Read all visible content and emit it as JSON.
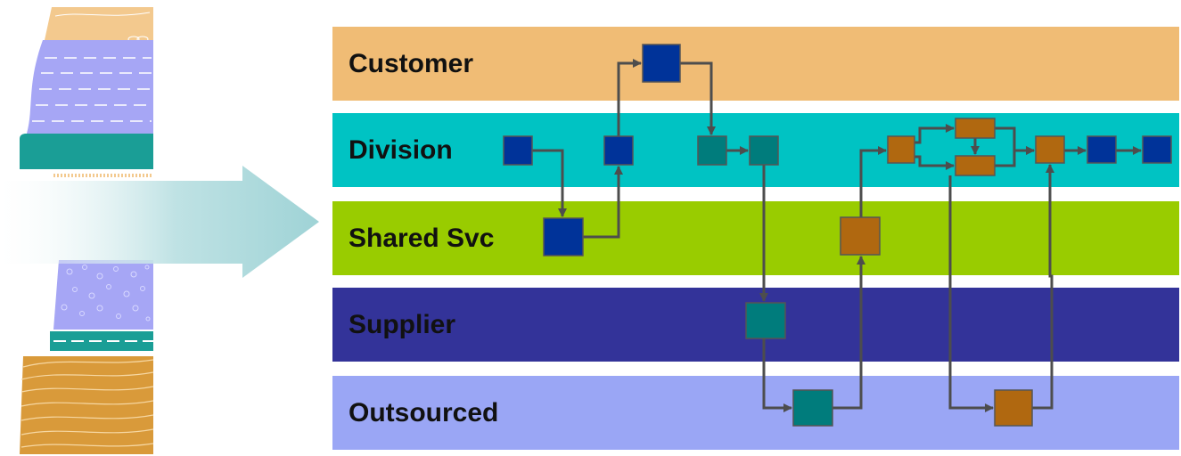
{
  "lanes": [
    {
      "label": "Customer",
      "color": "#f0bc75"
    },
    {
      "label": "Division",
      "color": "#00c3c3"
    },
    {
      "label": "Shared Svc",
      "color": "#99cc00"
    },
    {
      "label": "Supplier",
      "color": "#333399"
    },
    {
      "label": "Outsourced",
      "color": "#9aa6f5"
    }
  ],
  "colors": {
    "navy_box": "#003399",
    "teal_box": "#007c7c",
    "brown_box": "#b06810",
    "connector": "#4d4d4d",
    "arrow_band": "#9fd3d6"
  },
  "icons": {
    "left_illustration": "geologic-strata-column-icon",
    "big_arrow": "right-arrow-icon"
  }
}
